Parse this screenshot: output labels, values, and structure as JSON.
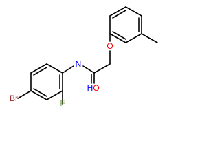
{
  "atoms": {
    "br": {
      "text": "Br",
      "color": "#a52a2a"
    },
    "f": {
      "text": "F",
      "color": "#6fa53a"
    },
    "n": {
      "text": "N",
      "color": "#0000ff"
    },
    "h": {
      "text": "H",
      "color": "#0000ff"
    },
    "o_carbonyl": {
      "text": "O",
      "color": "#ff0000"
    },
    "o_ether": {
      "text": "O",
      "color": "#ff0000"
    }
  }
}
